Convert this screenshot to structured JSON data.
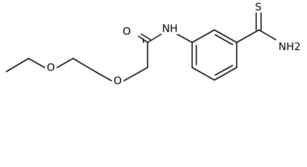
{
  "molecule": {
    "atoms": {
      "amide_o": "O",
      "amide_nh": "NH",
      "ether_o1": "O",
      "ether_o2": "O",
      "thio_s": "S",
      "amine_nh2": "NH2"
    }
  },
  "colors": {
    "bond": "#000000",
    "background": "#ffffff"
  }
}
